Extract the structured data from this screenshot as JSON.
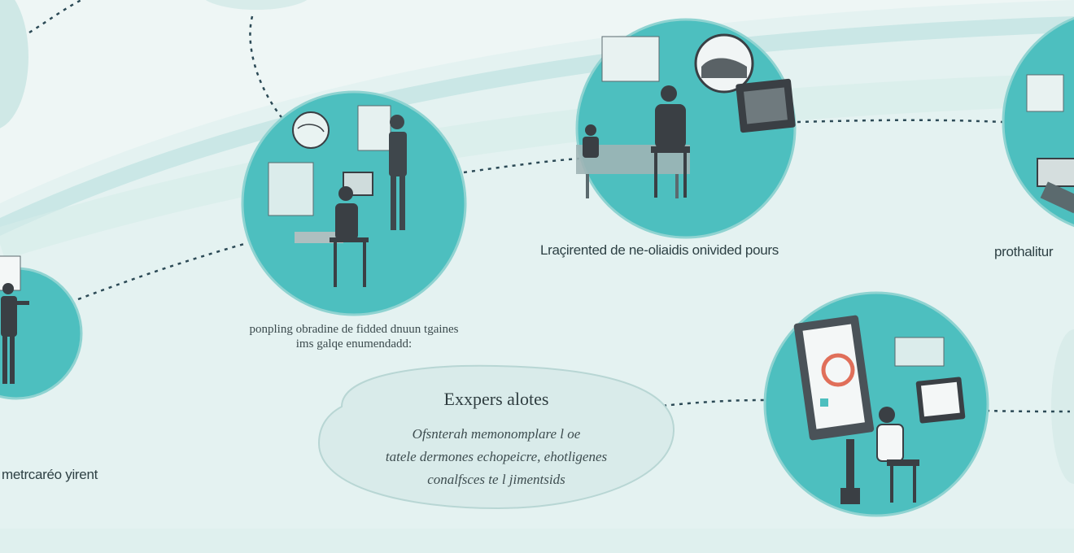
{
  "colors": {
    "teal": "#4dbfbf",
    "teal_light": "#8fd3d1",
    "band": "#cfe9e7",
    "figure": "#3a3f44",
    "bubble": "#d9ebea",
    "connector": "#2c4a56"
  },
  "stations": [
    {
      "label": "metrcaréo yirent"
    },
    {
      "caption_lines": [
        "ponpling obradine de fidded dnuun tgaines",
        "ims galqe enumendadd:"
      ]
    },
    {
      "label": "Lraçirented de ne-oliaidis onivided pours"
    },
    {
      "label": "prothalitur"
    },
    {
      "label": ""
    }
  ],
  "bubble": {
    "title": "Exxpers alotes",
    "lines": [
      "Ofsnterah memonomplare l oe",
      "tatele dermones echopeicre, ehotligenes",
      "conalfsces te l jimentsids"
    ]
  },
  "icons": [
    "presentation-board-icon",
    "globe-icon",
    "computer-icon",
    "chart-icon",
    "meeting-table-icon",
    "monitor-icon",
    "laptop-icon",
    "map-icon"
  ]
}
